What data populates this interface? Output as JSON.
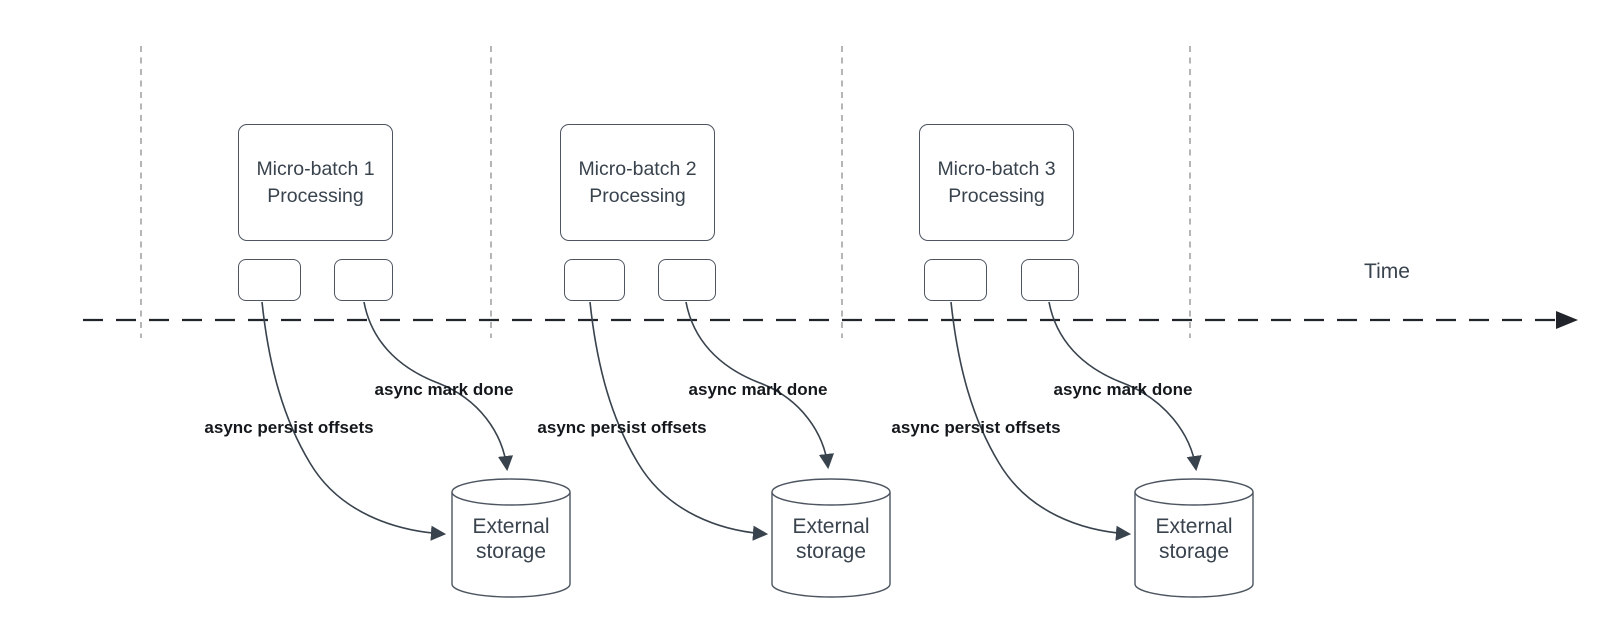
{
  "diagram": {
    "time_axis_label": "Time",
    "colors": {
      "background": "#ffffff",
      "shape_stroke": "#4d5560",
      "body_text": "#39434e",
      "label_text": "#14181c",
      "axis_line": "#21252b",
      "gridline": "#a3a3a3",
      "arrow": "#39434e"
    },
    "groups": [
      {
        "box_line1": "Micro-batch 1",
        "box_line2": "Processing",
        "persist_label": "async persist offsets",
        "done_label": "async mark done",
        "storage_line1": "External",
        "storage_line2": "storage"
      },
      {
        "box_line1": "Micro-batch 2",
        "box_line2": "Processing",
        "persist_label": "async persist offsets",
        "done_label": "async mark done",
        "storage_line1": "External",
        "storage_line2": "storage"
      },
      {
        "box_line1": "Micro-batch 3",
        "box_line2": "Processing",
        "persist_label": "async persist offsets",
        "done_label": "async mark done",
        "storage_line1": "External",
        "storage_line2": "storage"
      }
    ]
  }
}
